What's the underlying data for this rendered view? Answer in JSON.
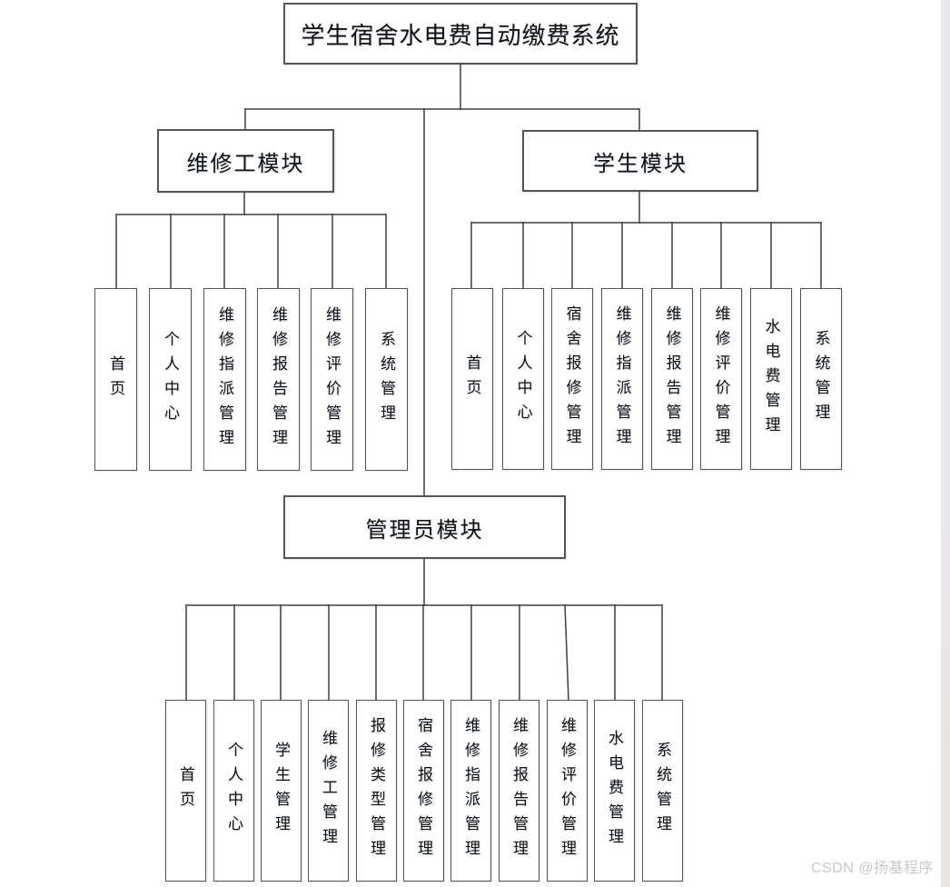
{
  "diagram": {
    "title": "学生宿舍水电费自动缴费系统",
    "watermark": "CSDN @扬基程序",
    "modules": {
      "worker": {
        "label": "维修工模块",
        "children": [
          "首页",
          "个人中心",
          "维修指派管理",
          "维修报告管理",
          "维修评价管理",
          "系统管理"
        ]
      },
      "student": {
        "label": "学生模块",
        "children": [
          "首页",
          "个人中心",
          "宿舍报修管理",
          "维修指派管理",
          "维修报告管理",
          "维修评价管理",
          "水电费管理",
          "系统管理"
        ]
      },
      "admin": {
        "label": "管理员模块",
        "children": [
          "首页",
          "个人中心",
          "学生管理",
          "维修工管理",
          "报修类型管理",
          "宿舍报修管理",
          "维修指派管理",
          "维修报告管理",
          "维修评价管理",
          "水电费管理",
          "系统管理"
        ]
      }
    },
    "colors": {
      "line": "#3f3f3f",
      "border": "#555555",
      "text": "#111111",
      "watermark": "#c9c7c7",
      "strip_top": "#e8e7ea",
      "strip_bottom": "#eae3e1"
    }
  }
}
